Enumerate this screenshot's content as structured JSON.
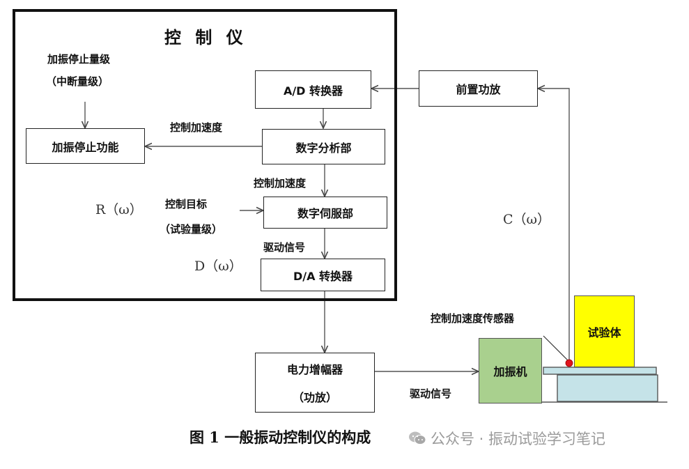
{
  "controller": {
    "title": "控 制 仪"
  },
  "labels": {
    "stop_level_line1": "加振停止量级",
    "stop_level_line2": "（中断量级）",
    "control_accel_1": "控制加速度",
    "control_accel_2": "控制加速度",
    "control_target_line1": "控制目标",
    "control_target_line2": "（试验量级）",
    "drive_signal_1": "驱动信号",
    "drive_signal_2": "驱动信号",
    "sensor": "控制加速度传感器"
  },
  "signals": {
    "r": "R（ω）",
    "d": "D（ω）",
    "c": "C（ω）"
  },
  "blocks": {
    "ad": "A/D 转换器",
    "preamp": "前置功放",
    "stop_func": "加振停止功能",
    "dsa": "数字分析部",
    "servo": "数字伺服部",
    "da": "D/A 转换器",
    "power_amp_line1": "电力增幅器",
    "power_amp_line2": "（功放）",
    "shaker": "加振机",
    "specimen": "试验体"
  },
  "colors": {
    "shaker_fill": "#a9d08e",
    "specimen_fill": "#ffff00",
    "table_fill": "#c5e3e8",
    "sensor_dot": "#e0141e"
  },
  "caption": "图 1  一般振动控制仪的构成",
  "watermark": {
    "icon": "wechat-icon",
    "text": "公众号 · 振动试验学习笔记"
  }
}
